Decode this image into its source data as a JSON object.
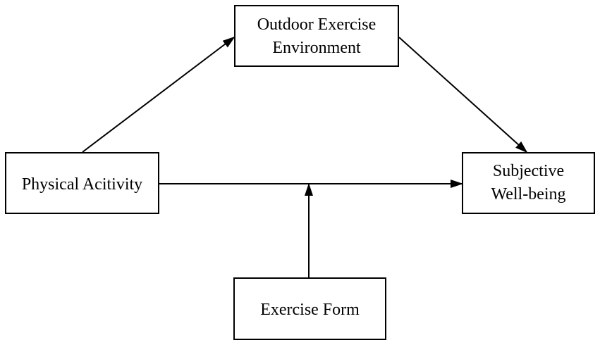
{
  "diagram": {
    "nodes": {
      "outdoor": {
        "label": "Outdoor Exercise\nEnvironment"
      },
      "physical": {
        "label": "Physical Acitivity"
      },
      "subjective": {
        "label": "Subjective\nWell-being"
      },
      "form": {
        "label": "Exercise Form"
      }
    },
    "edges": [
      {
        "from": "Physical Acitivity",
        "to": "Outdoor Exercise Environment"
      },
      {
        "from": "Outdoor Exercise Environment",
        "to": "Subjective Well-being"
      },
      {
        "from": "Physical Acitivity",
        "to": "Subjective Well-being"
      },
      {
        "from": "Exercise Form",
        "to": "Physical Acitivity → Subjective Well-being path"
      }
    ],
    "colors": {
      "stroke": "#000000",
      "background": "#ffffff"
    }
  }
}
